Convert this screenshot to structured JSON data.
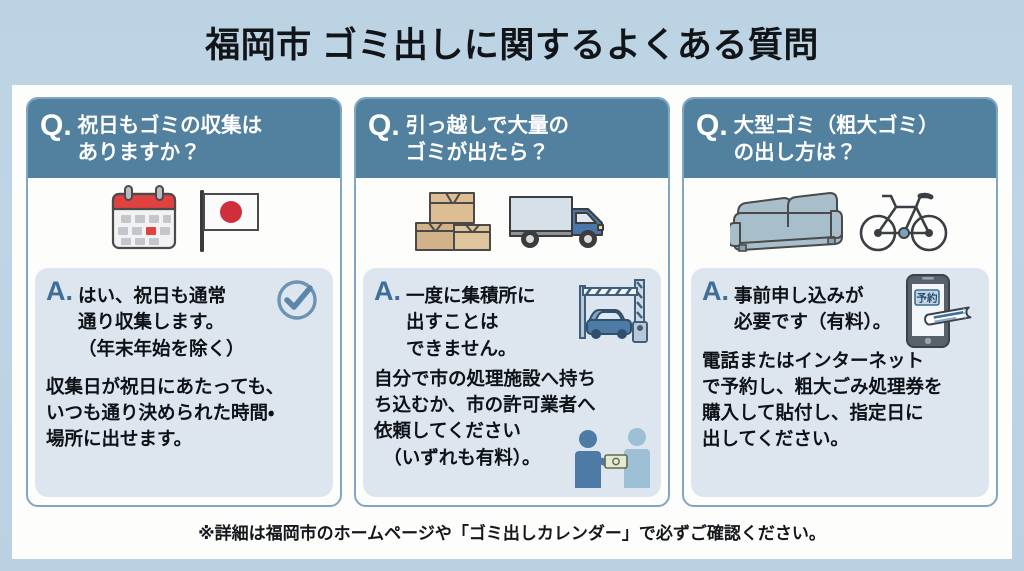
{
  "header": {
    "title": "福岡市 ゴミ出しに関するよくある質問"
  },
  "cards": [
    {
      "q_label": "Q.",
      "question": "祝日もゴミの収集は\nありますか？",
      "a_label": "A.",
      "answer_lead": "はい、祝日も通常\n通り収集します。\n（年末年始を除く）",
      "answer_body": "収集日が祝日にあたっても、\nいつも通り決められた時間・\n場所に出せます。",
      "illustration": [
        "calendar-icon",
        "japan-flag-icon"
      ],
      "answer_icon": "check-circle-icon"
    },
    {
      "q_label": "Q.",
      "question": "引っ越しで大量の\nゴミが出たら？",
      "a_label": "A.",
      "answer_lead": "一度に集積所に\n出すことは\nできません。",
      "answer_body": "自分で市の処理施設へ持ち\nち込むか、市の許可業者へ\n依頼してください\n　（いずれも有料）。",
      "illustration": [
        "cardboard-boxes-icon",
        "moving-truck-icon"
      ],
      "answer_icon": "car-gate-icon",
      "answer_icon_2": "handshake-money-icon"
    },
    {
      "q_label": "Q.",
      "question": "大型ゴミ（粗大ゴミ）\nの出し方は？",
      "a_label": "A.",
      "answer_lead": "事前申し込みが\n必要です（有料）。",
      "answer_body": "電話またはインターネット\nで予約し、粗大ごみ処理券を\n購入して貼付し、指定日に\n出してください。",
      "illustration": [
        "sofa-icon",
        "bicycle-icon"
      ],
      "answer_icon": "smartphone-ticket-icon",
      "phone_screen_label": "予約"
    }
  ],
  "footer": {
    "note": "※詳細は福岡市のホームページや「ゴミ出しカレンダー」で必ずご確認ください。"
  },
  "colors": {
    "page_background": "#bcd3e4",
    "sheet_background": "#fdfdfb",
    "question_header": "#52809f",
    "card_border": "#7fa6c4",
    "answer_box": "#dde6ee",
    "answer_mark": "#3f6e96",
    "accent_red": "#d9413f",
    "box_tan": "#d9b98c",
    "truck_blue": "#4a77a8",
    "sofa_blue": "#a8bfcb"
  }
}
